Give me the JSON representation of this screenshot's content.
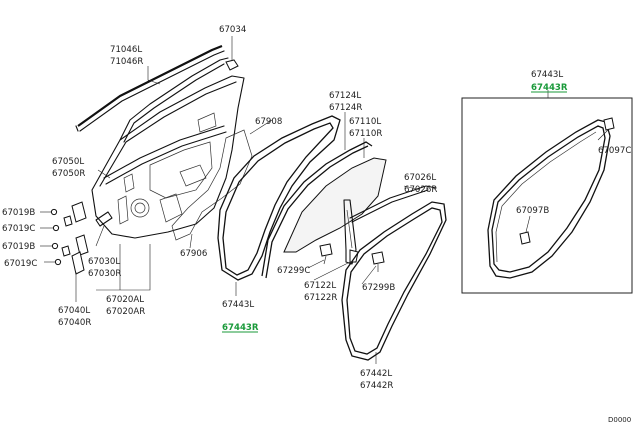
{
  "labels": {
    "p67034": "67034",
    "p71046l": "71046L",
    "p71046r": "71046R",
    "p67908": "67908",
    "p67124l": "67124L",
    "p67124r": "67124R",
    "p67110l": "67110L",
    "p67110r": "67110R",
    "p67050l": "67050L",
    "p67050r": "67050R",
    "p67019b_1": "67019B",
    "p67019c_1": "67019C",
    "p67019b_2": "67019B",
    "p67019c_2": "67019C",
    "p67030l": "67030L",
    "p67030r": "67030R",
    "p67906": "67906",
    "p67026l": "67026L",
    "p67026r": "67026R",
    "p67299c": "67299C",
    "p67299b": "67299B",
    "p67122l": "67122L",
    "p67122r": "67122R",
    "p67040l": "67040L",
    "p67040r": "67040R",
    "p67020al": "67020AL",
    "p67020ar": "67020AR",
    "p67443l_main": "67443L",
    "p67443r_main": "67443R",
    "p67442l": "67442L",
    "p67442r": "67442R",
    "p67443l_inset": "67443L",
    "p67443r_inset": "67443R",
    "p67097c": "67097C",
    "p67097b": "67097B",
    "corner_code": "D0000"
  },
  "colors": {
    "highlight": "#1a9a3a",
    "line": "#111111"
  }
}
